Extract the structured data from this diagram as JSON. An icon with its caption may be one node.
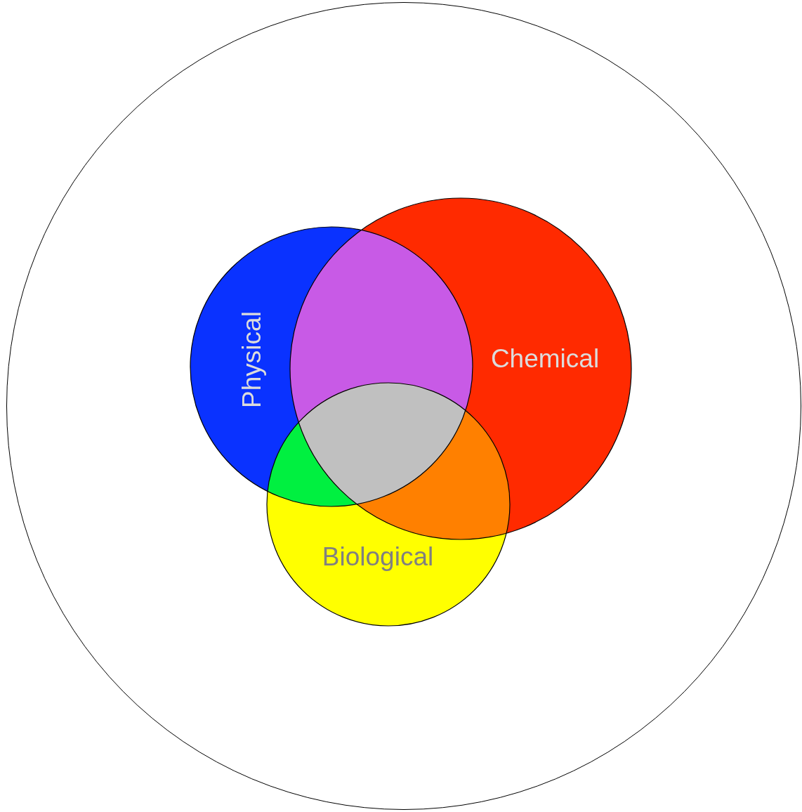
{
  "diagram": {
    "nodes": [
      {
        "text": [],
        "shape": "circle"
      },
      {
        "text": [
          "Physical"
        ],
        "in": 0
      },
      {
        "text": [
          "Chemical"
        ],
        "in": 0
      },
      {
        "text": [
          "Biological"
        ],
        "in": 0
      }
    ]
  }
}
